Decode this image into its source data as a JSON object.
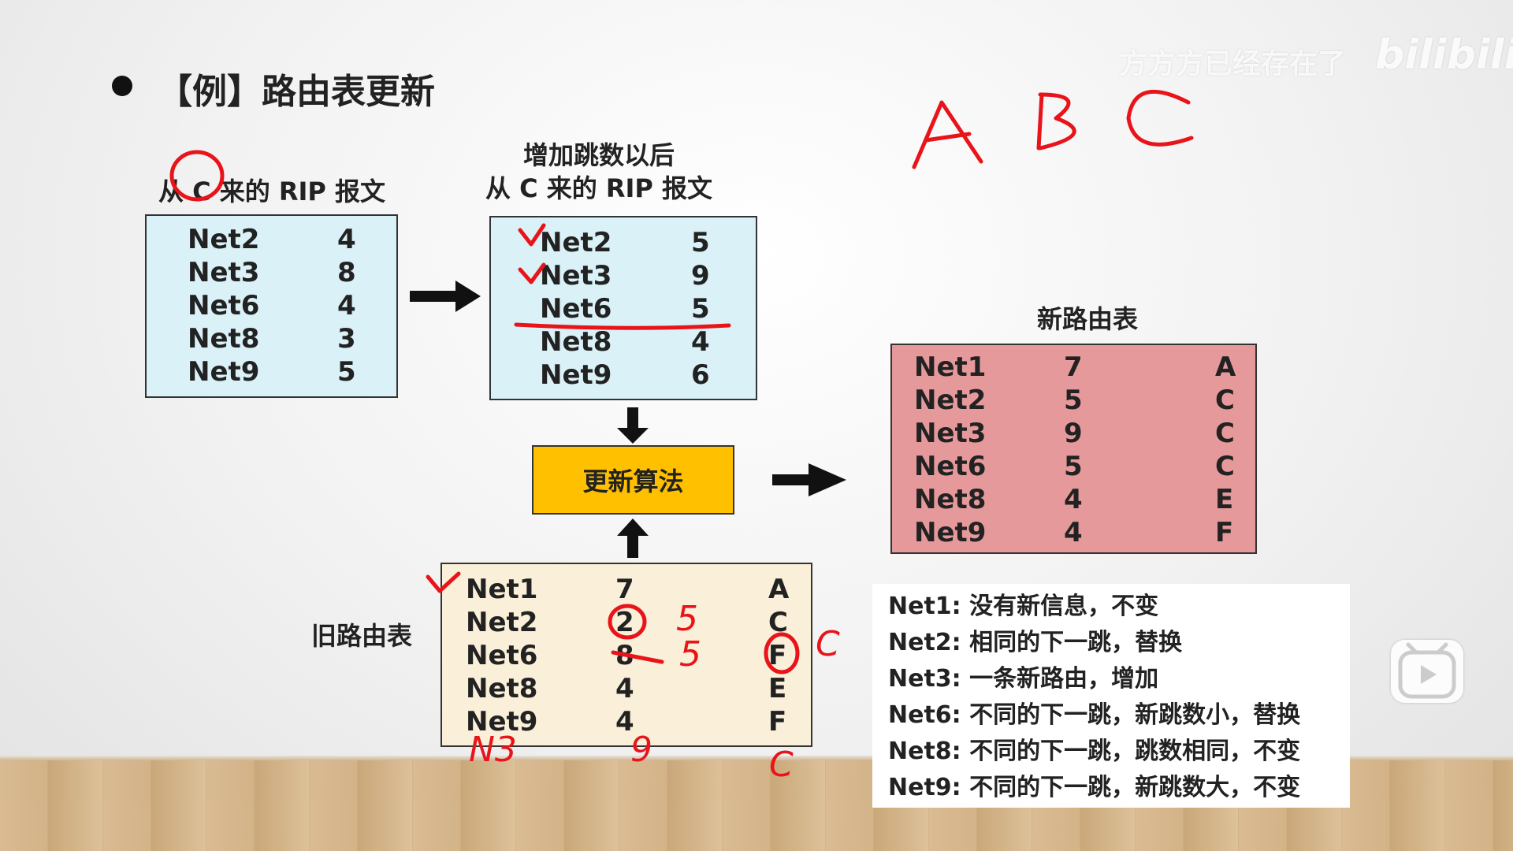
{
  "slide": {
    "title": "【例】路由表更新",
    "watermark": "方方方已经存在了",
    "watermark_logo": "bilibili"
  },
  "rip_c": {
    "caption": "从 C 来的 RIP 报文",
    "rows": [
      {
        "net": "Net2",
        "hops": "4"
      },
      {
        "net": "Net3",
        "hops": "8"
      },
      {
        "net": "Net6",
        "hops": "4"
      },
      {
        "net": "Net8",
        "hops": "3"
      },
      {
        "net": "Net9",
        "hops": "5"
      }
    ]
  },
  "rip_c_plus": {
    "caption_line1": "增加跳数以后",
    "caption_line2": "从 C 来的 RIP 报文",
    "rows": [
      {
        "net": "Net2",
        "hops": "5"
      },
      {
        "net": "Net3",
        "hops": "9"
      },
      {
        "net": "Net6",
        "hops": "5"
      },
      {
        "net": "Net8",
        "hops": "4"
      },
      {
        "net": "Net9",
        "hops": "6"
      }
    ]
  },
  "algorithm": {
    "label": "更新算法"
  },
  "new_table": {
    "caption": "新路由表",
    "rows": [
      {
        "net": "Net1",
        "hops": "7",
        "next": "A"
      },
      {
        "net": "Net2",
        "hops": "5",
        "next": "C"
      },
      {
        "net": "Net3",
        "hops": "9",
        "next": "C"
      },
      {
        "net": "Net6",
        "hops": "5",
        "next": "C"
      },
      {
        "net": "Net8",
        "hops": "4",
        "next": "E"
      },
      {
        "net": "Net9",
        "hops": "4",
        "next": "F"
      }
    ]
  },
  "old_table": {
    "caption": "旧路由表",
    "rows": [
      {
        "net": "Net1",
        "hops": "7",
        "next": "A"
      },
      {
        "net": "Net2",
        "hops": "2",
        "next": "C"
      },
      {
        "net": "Net6",
        "hops": "8",
        "next": "F"
      },
      {
        "net": "Net8",
        "hops": "4",
        "next": "E"
      },
      {
        "net": "Net9",
        "hops": "4",
        "next": "F"
      }
    ]
  },
  "notes": [
    "Net1: 没有新信息，不变",
    "Net2: 相同的下一跳，替换",
    "Net3: 一条新路由，增加",
    "Net6: 不同的下一跳，新跳数小，替换",
    "Net8: 不同的下一跳，跳数相同，不变",
    "Net9: 不同的下一跳，新跳数大，不变"
  ],
  "annotations": {
    "abc": [
      "A",
      "B",
      "C"
    ],
    "hw_c_mark": "C",
    "hw_5_a": "5",
    "hw_5_b": "5",
    "hw_n3": "N3",
    "hw_9": "9",
    "hw_c_bottom": "C"
  },
  "colors": {
    "rip_bg": "#d9f1f7",
    "new_bg": "#e6999a",
    "old_bg": "#faefd8",
    "algo_bg": "#ffc000",
    "ink": "#e8141a"
  }
}
